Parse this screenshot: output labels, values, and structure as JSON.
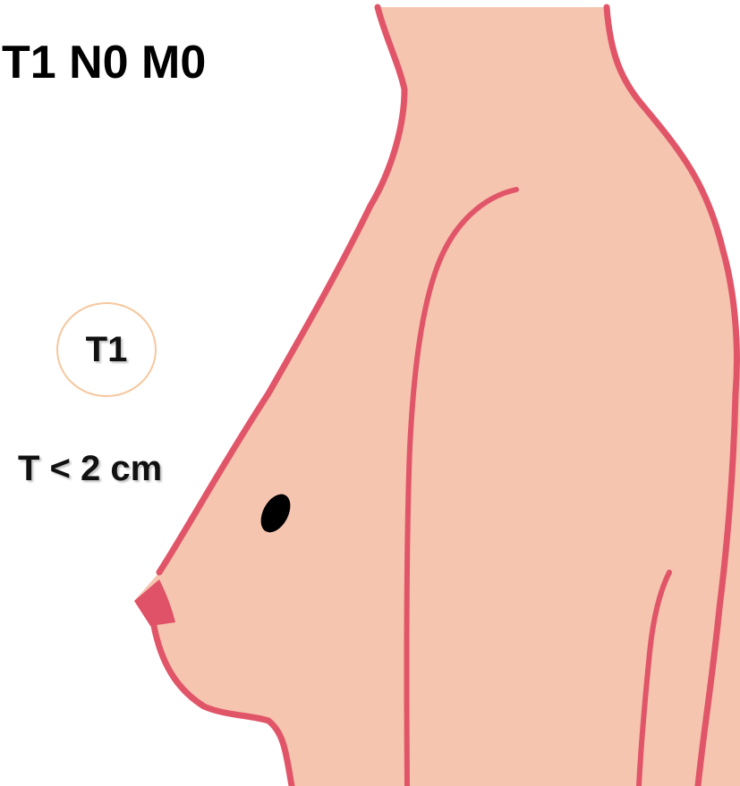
{
  "figure": {
    "title": "T1 N0 M0",
    "stage_label": "T1",
    "size_label": "T < 2 cm"
  },
  "colors": {
    "skin": "#f5c5b0",
    "outline": "#e15569",
    "nipple": "#e05268",
    "tumor": "#000000",
    "badge_ring": "#f6c79e"
  },
  "icons": {
    "tumor": "tumor-mark-icon"
  }
}
